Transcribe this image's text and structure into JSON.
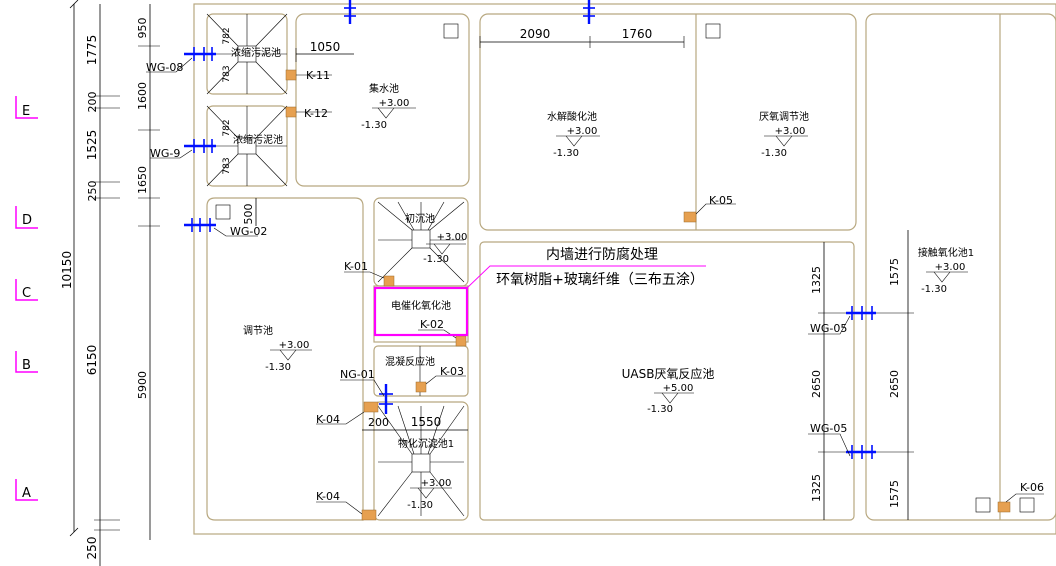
{
  "axes": [
    "E",
    "D",
    "C",
    "B",
    "A"
  ],
  "left_dims": {
    "outer_total": "10150",
    "outer_bottom": "250",
    "outer_segments": [
      "1775",
      "200",
      "1525",
      "250",
      "6150"
    ],
    "inner_segments": [
      "950",
      "1600",
      "1650",
      "500",
      "5900"
    ]
  },
  "top_dims": [
    "1050",
    "2090",
    "1760"
  ],
  "rooms": {
    "sludge1": "浓缩污泥池",
    "sludge2": "浓缩污泥池",
    "collect": "集水池",
    "collect_elev": "+3.00",
    "collect_low": "-1.30",
    "hydrolysis": "水解酸化池",
    "hydro_elev": "+3.00",
    "hydro_low": "-1.30",
    "anoxic": "厌氧调节池",
    "anoxic_elev": "+3.00",
    "anoxic_low": "-1.30",
    "primary": "初沉池",
    "primary_elev": "+3.00",
    "primary_low": "-1.30",
    "equal": "调节池",
    "equal_elev": "+3.00",
    "equal_low": "-1.30",
    "electro": "电催化氧化池",
    "coag": "混凝反应池",
    "bio_sed": "物化沉淀池1",
    "bio_elev": "+3.00",
    "bio_low": "-1.30",
    "uasb": "UASB厌氧反应池",
    "uasb_elev": "+5.00",
    "uasb_low": "-1.30",
    "contact": "接触氧化池1",
    "contact_elev": "+3.00",
    "contact_low": "-1.30"
  },
  "labels": {
    "K11": "K-11",
    "K12": "K-12",
    "K05a": "K-05",
    "K01": "K-01",
    "K02": "K-02",
    "K03": "K-03",
    "K04a": "K-04",
    "K04b": "K-04",
    "K06": "K-06",
    "WG08": "WG-08",
    "WG9": "WG-9",
    "WG02": "WG-02",
    "NG01": "NG-01",
    "WG05a": "WG-05",
    "WG05b": "WG-05"
  },
  "interior_dims": {
    "d500": "500",
    "d200": "200",
    "d1550": "1550",
    "d782a": "782",
    "d783a": "783",
    "d782b": "782",
    "d783b": "783",
    "uasb_segs": [
      "1325",
      "2650",
      "1325"
    ],
    "right_segs": [
      "1575",
      "2650",
      "1575"
    ]
  },
  "note": {
    "line1": "内墙进行防腐处理",
    "line2": "环氧树脂+玻璃纤维（三布五涂）"
  },
  "colors": {
    "wall": "#b8a880",
    "pipe": "#0010ff",
    "axis": "#ff00ff",
    "highlight": "#ff00ff",
    "node": "#e6a050"
  }
}
